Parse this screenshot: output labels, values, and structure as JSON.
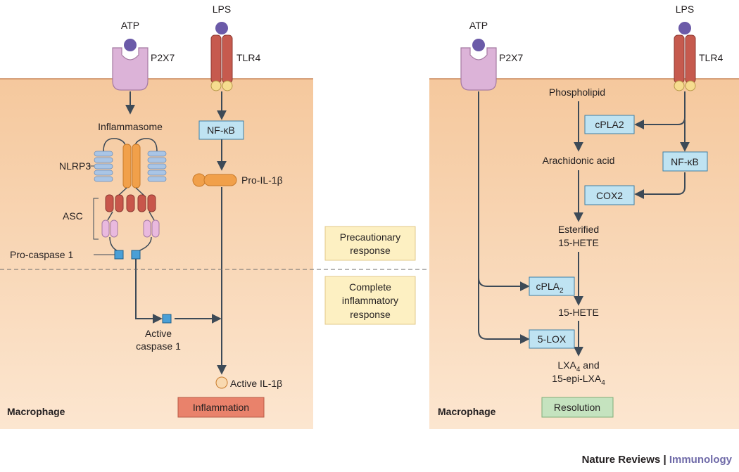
{
  "colors": {
    "cell_top": "#f7cfa8",
    "cell_bottom": "#fbe4cc",
    "membrane": "#d99a6a",
    "arrow": "#3d4a57",
    "blue_box": "#bfe3f2",
    "blue_box_stroke": "#3d7fa6",
    "yellow_box": "#fdf0c2",
    "yellow_box_stroke": "#e2c98a",
    "red_box": "#e9826b",
    "green_box": "#c5e3bf",
    "p2x7": "#dcb3d8",
    "tlr4": "#c65a4e",
    "ligand": "#6b5aa8",
    "ring": "#f6dc8f",
    "nlrp3_coil": "#a9c5e6",
    "orange": "#f1a04a",
    "asc_red": "#c8564b",
    "pink": "#e9b9de",
    "caspase_blue": "#4a9fd6"
  },
  "left_panel": {
    "atp": "ATP",
    "p2x7": "P2X7",
    "lps": "LPS",
    "tlr4": "TLR4",
    "inflammasome": "Inflammasome",
    "nlrp3": "NLRP3",
    "asc": "ASC",
    "pro_caspase": "Pro-caspase 1",
    "active_caspase_line1": "Active",
    "active_caspase_line2": "caspase 1",
    "nfkb": "NF-κB",
    "pro_il1b": "Pro-IL-1β",
    "active_il1b": "Active IL-1β",
    "inflammation": "Inflammation",
    "macrophage": "Macrophage"
  },
  "center": {
    "precautionary_line1": "Precautionary",
    "precautionary_line2": "response",
    "complete_line1": "Complete",
    "complete_line2": "inflammatory",
    "complete_line3": "response"
  },
  "right_panel": {
    "atp": "ATP",
    "p2x7": "P2X7",
    "lps": "LPS",
    "tlr4": "TLR4",
    "phospholipid": "Phospholipid",
    "cpla2_top": "cPLA2",
    "arachidonic": "Arachidonic acid",
    "nfkb": "NF-κB",
    "cox2": "COX2",
    "esterified_line1": "Esterified",
    "esterified_line2": "15-HETE",
    "cpla2_lower": "cPLA",
    "cpla2_lower_sub": "2",
    "hete": "15-HETE",
    "five_lox": "5-LOX",
    "lxa_line1_a": "LXA",
    "lxa_line1_sub": "4",
    "lxa_line1_b": " and",
    "lxa_line2_a": "15-epi-LXA",
    "lxa_line2_sub": "4",
    "resolution": "Resolution",
    "macrophage": "Macrophage"
  },
  "credit": {
    "journal": "Nature Reviews",
    "separator": " | ",
    "section": "Immunology"
  }
}
